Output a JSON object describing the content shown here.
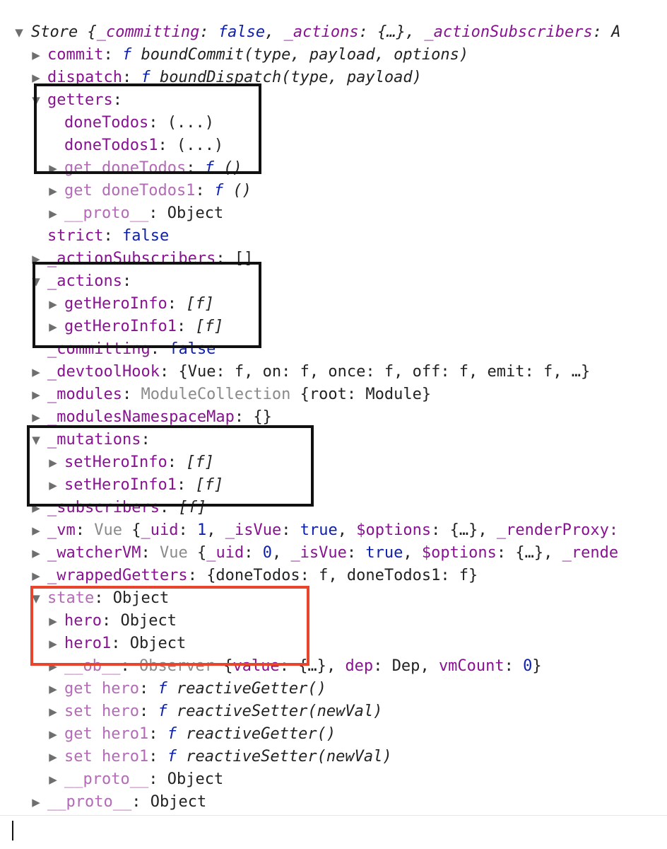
{
  "store": {
    "summary_open": "Store {",
    "summary_committing_key": "_committing",
    "summary_committing_val": "false",
    "summary_actions_key": "_actions",
    "summary_actions_val": "{…}",
    "summary_subs_key": "_actionSubscribers",
    "summary_tail": "A"
  },
  "commit": {
    "key": "commit",
    "f": "f",
    "sig": "boundCommit(type, payload, options)"
  },
  "dispatch": {
    "key": "dispatch",
    "f": "f",
    "sig": "boundDispatch(type, payload)"
  },
  "getters": {
    "key": "getters",
    "done": {
      "key": "doneTodos",
      "val": "(...)"
    },
    "done1": {
      "key": "doneTodos1",
      "val": "(...)"
    },
    "get_done": {
      "key": "get doneTodos",
      "f": "f",
      "parens": "()"
    },
    "get_done1": {
      "key": "get doneTodos1",
      "f": "f",
      "parens": "()"
    },
    "proto": {
      "key": "__proto__",
      "val": "Object"
    }
  },
  "strict": {
    "key": "strict",
    "val": "false"
  },
  "action_subscribers": {
    "key": "_actionSubscribers",
    "val": "[]"
  },
  "actions": {
    "key": "_actions",
    "items": [
      {
        "key": "getHeroInfo",
        "val": "[f]"
      },
      {
        "key": "getHeroInfo1",
        "val": "[f]"
      }
    ]
  },
  "committing": {
    "key": "_committing",
    "val": "false"
  },
  "devtool": {
    "key": "_devtoolHook",
    "val": "{Vue: f, on: f, once: f, off: f, emit: f, …}"
  },
  "modules": {
    "key": "_modules",
    "type": "ModuleCollection",
    "val": "{root: Module}"
  },
  "modules_ns": {
    "key": "_modulesNamespaceMap",
    "val": "{}"
  },
  "mutations": {
    "key": "_mutations",
    "items": [
      {
        "key": "setHeroInfo",
        "val": "[f]"
      },
      {
        "key": "setHeroInfo1",
        "val": "[f]"
      }
    ]
  },
  "subscribers": {
    "key": "_subscribers",
    "val": "[f]"
  },
  "vm": {
    "key": "_vm",
    "type": "Vue",
    "uid_key": "_uid",
    "uid_val": "1",
    "isvue_key": "_isVue",
    "isvue_val": "true",
    "options_key": "$options",
    "options_val": "{…}",
    "tail": "_renderProxy:"
  },
  "watcher": {
    "key": "_watcherVM",
    "type": "Vue",
    "uid_key": "_uid",
    "uid_val": "0",
    "isvue_key": "_isVue",
    "isvue_val": "true",
    "options_key": "$options",
    "options_val": "{…}",
    "tail": "_rende"
  },
  "wrapped": {
    "key": "_wrappedGetters",
    "val": "{doneTodos: f, doneTodos1: f}"
  },
  "state": {
    "key": "state",
    "val": "Object",
    "hero": {
      "key": "hero",
      "val": "Object"
    },
    "hero1": {
      "key": "hero1",
      "val": "Object"
    },
    "ob": {
      "key": "__ob__",
      "type": "Observer",
      "value_key": "value",
      "value_val": "{…}",
      "dep_key": "dep",
      "dep_val": "Dep",
      "vm_key": "vmCount",
      "vm_val": "0"
    },
    "get_hero": {
      "key": "get hero",
      "f": "f",
      "sig": "reactiveGetter()"
    },
    "set_hero": {
      "key": "set hero",
      "f": "f",
      "sig": "reactiveSetter(newVal)"
    },
    "get_hero1": {
      "key": "get hero1",
      "f": "f",
      "sig": "reactiveGetter()"
    },
    "set_hero1": {
      "key": "set hero1",
      "f": "f",
      "sig": "reactiveSetter(newVal)"
    },
    "proto": {
      "key": "__proto__",
      "val": "Object"
    }
  },
  "root_proto": {
    "key": "__proto__",
    "val": "Object"
  },
  "glyphs": {
    "expanded": "▼",
    "collapsed": "▶"
  },
  "colors": {
    "key": "#881391",
    "key_dim": "#b36ab7",
    "keyword": "#0d22aa",
    "object_type": "#8a8a8a",
    "highlight_black": "#111111",
    "highlight_red": "#e8452c"
  }
}
